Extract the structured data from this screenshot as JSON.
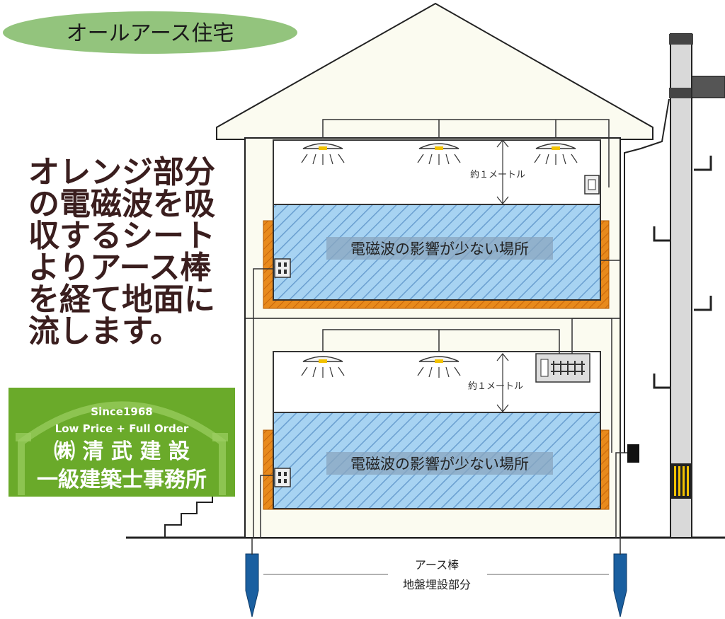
{
  "title_badge": {
    "text": "オールアース住宅",
    "color": "#93c47d"
  },
  "explanation": {
    "lines": [
      "オレンジ部分",
      "の電磁波を吸",
      "収するシート",
      "よりアース棒",
      "を経て地面に",
      "流します。"
    ],
    "color": "#3a1e1e"
  },
  "logo": {
    "since": "Since1968",
    "tagline": "Low Price + Full Order",
    "company": "㈱ 清 武 建 設",
    "office": "一級建築士事務所",
    "color": "#6aaa2a"
  },
  "floors": {
    "upper": {
      "distance_label": "約１メートル",
      "zone_label": "電磁波の影響が少ない場所"
    },
    "lower": {
      "distance_label": "約１メートル",
      "zone_label": "電磁波の影響が少ない場所"
    }
  },
  "earth": {
    "label_line1": "アース棒",
    "label_line2": "地盤埋設部分",
    "rod_color": "#1a5fa0"
  },
  "colors": {
    "sheet": "#e88a1c",
    "zone": "#a7d3f2",
    "wall": "#fbfbf0"
  },
  "icons": [
    "ceiling-light-icon",
    "outlet-icon",
    "switch-icon",
    "distribution-board-icon",
    "earth-rod-icon",
    "utility-pole-icon"
  ]
}
